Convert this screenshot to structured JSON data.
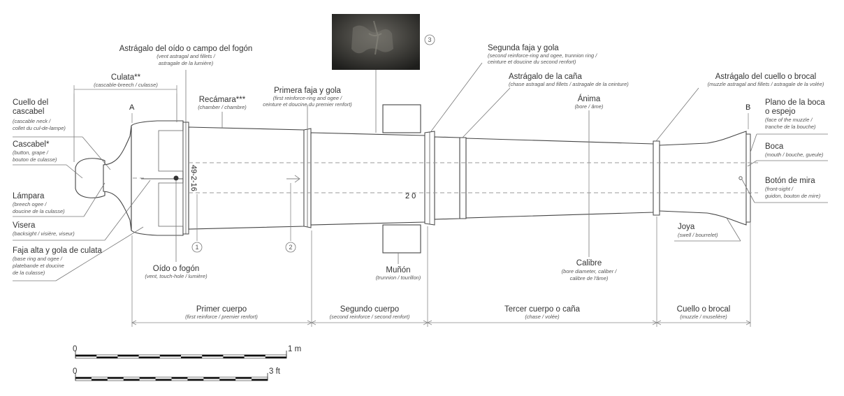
{
  "markers": {
    "a": "A",
    "b": "B",
    "one": "1",
    "two": "2",
    "three": "3"
  },
  "inscriptions": {
    "weight": "49-2-16",
    "number": "2 0"
  },
  "labels": {
    "culata": {
      "title": "Culata**",
      "sub": [
        "(cascable-breech / culasse)"
      ]
    },
    "astragalo_oido": {
      "title": "Astrágalo del oído o campo del fogón",
      "sub": [
        "(vent astragal and fillets /",
        "astragale de la lumière)"
      ]
    },
    "cuello_cascabel": {
      "title": [
        "Cuello del",
        "cascabel"
      ],
      "sub": [
        "(cascable neck /",
        "collet du cul-de-lampe)"
      ]
    },
    "cascabel": {
      "title": "Cascabel*",
      "sub": [
        "(button, grape /",
        "bouton de culasse)"
      ]
    },
    "lampara": {
      "title": "Lámpara",
      "sub": [
        "(breech ogee /",
        "doucine de la culasse)"
      ]
    },
    "visera": {
      "title": "Visera",
      "sub": [
        "(backsight / visière, viseur)"
      ]
    },
    "faja_alta": {
      "title": "Faja alta y gola de culata",
      "sub": [
        "(base ring and ogee /",
        "platebande et doucine",
        "de la culasse)"
      ]
    },
    "recamara": {
      "title": "Recámara***",
      "sub": [
        "(chamber / chambre)"
      ]
    },
    "primera_faja": {
      "title": "Primera faja y gola",
      "sub": [
        "(first reinforce-ring and ogee /",
        "ceinture et doucine du premier renfort)"
      ]
    },
    "segunda_faja": {
      "title": "Segunda faja y gola",
      "sub": [
        "(second reinforce-ring and ogee, trunnion ring /",
        "ceinture et doucine du second renfort)"
      ]
    },
    "astragalo_cana": {
      "title": "Astrágalo de la caña",
      "sub": [
        "(chase astragal and fillets / astragale de la ceinture)"
      ]
    },
    "anima": {
      "title": "Ánima",
      "sub": [
        "(bore / âme)"
      ]
    },
    "astragalo_cuello": {
      "title": "Astrágalo del cuello o brocal",
      "sub": [
        "(muzzle astragal and fillets / astragale de la volée)"
      ]
    },
    "plano_boca": {
      "title": [
        "Plano de la boca",
        "o espejo"
      ],
      "sub": [
        "(face of the muzzle /",
        "tranche de la bouche)"
      ]
    },
    "boca": {
      "title": "Boca",
      "sub": [
        "(mouth / bouche, gueule)"
      ]
    },
    "boton_mira": {
      "title": "Botón de mira",
      "sub": [
        "(front-sight /",
        "guidon, bouton de mire)"
      ]
    },
    "joya": {
      "title": "Joya",
      "sub": [
        "(swell / bourrelet)"
      ]
    },
    "oido": {
      "title": "Oído o fogón",
      "sub": [
        "(vent, touch-hole / lumière)"
      ]
    },
    "munon": {
      "title": "Muñón",
      "sub": [
        "(trunnion / tourillon)"
      ]
    },
    "calibre": {
      "title": "Calibre",
      "sub": [
        "(bore diameter, caliber /",
        "calibre de l'âme)"
      ]
    }
  },
  "sections": {
    "primer": {
      "title": "Primer cuerpo",
      "sub": [
        "(first reinforce / premier renfort)"
      ]
    },
    "segundo": {
      "title": "Segundo cuerpo",
      "sub": [
        "(second reinforce / second renfort)"
      ]
    },
    "tercer": {
      "title": "Tercer cuerpo o caña",
      "sub": [
        "(chase / volée)"
      ]
    },
    "cuello": {
      "title": "Cuello o brocal",
      "sub": [
        "(muzzle / muselière)"
      ]
    }
  },
  "scales": {
    "metric": {
      "start": "0",
      "end": "1 m"
    },
    "imperial": {
      "start": "0",
      "end": "3 ft"
    }
  },
  "colors": {
    "line": "#444444",
    "leader": "#777777",
    "axis": "#999999",
    "photo": "#3a3a38"
  }
}
